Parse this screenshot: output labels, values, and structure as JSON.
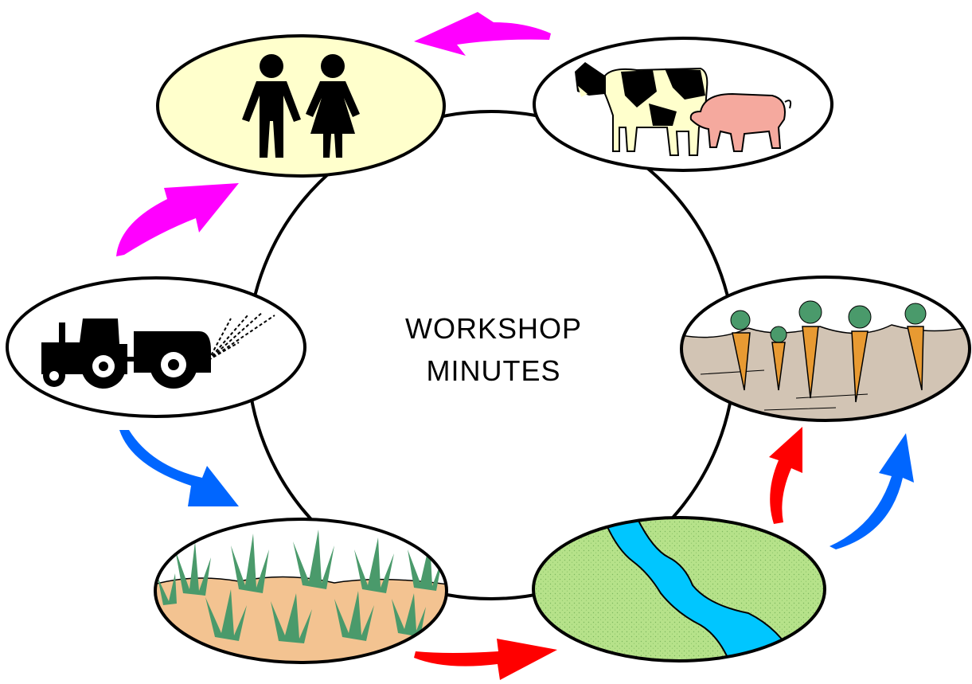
{
  "center": {
    "line1": "WORKSHOP",
    "line2": "MINUTES"
  },
  "nodes": [
    {
      "id": "people",
      "icon": "man-woman-icon"
    },
    {
      "id": "livestock",
      "icon": "cow-pig-icon"
    },
    {
      "id": "crops",
      "icon": "carrot-icon"
    },
    {
      "id": "water",
      "icon": "river-icon"
    },
    {
      "id": "weeds",
      "icon": "grass-soil-icon"
    },
    {
      "id": "spraying",
      "icon": "tractor-sprayer-icon"
    }
  ],
  "colors": {
    "people_fill": "#ffffcc",
    "soil": "#d2c4b4",
    "sandy_soil": "#f3c391",
    "grass": "#4a9a6b",
    "field_green": "#b6e28a",
    "river": "#00c6ff",
    "carrot": "#e89a32",
    "pig": "#f5a99e",
    "arrow_magenta": "#ff00ff",
    "arrow_blue": "#0066ff",
    "arrow_red": "#ff0000"
  }
}
